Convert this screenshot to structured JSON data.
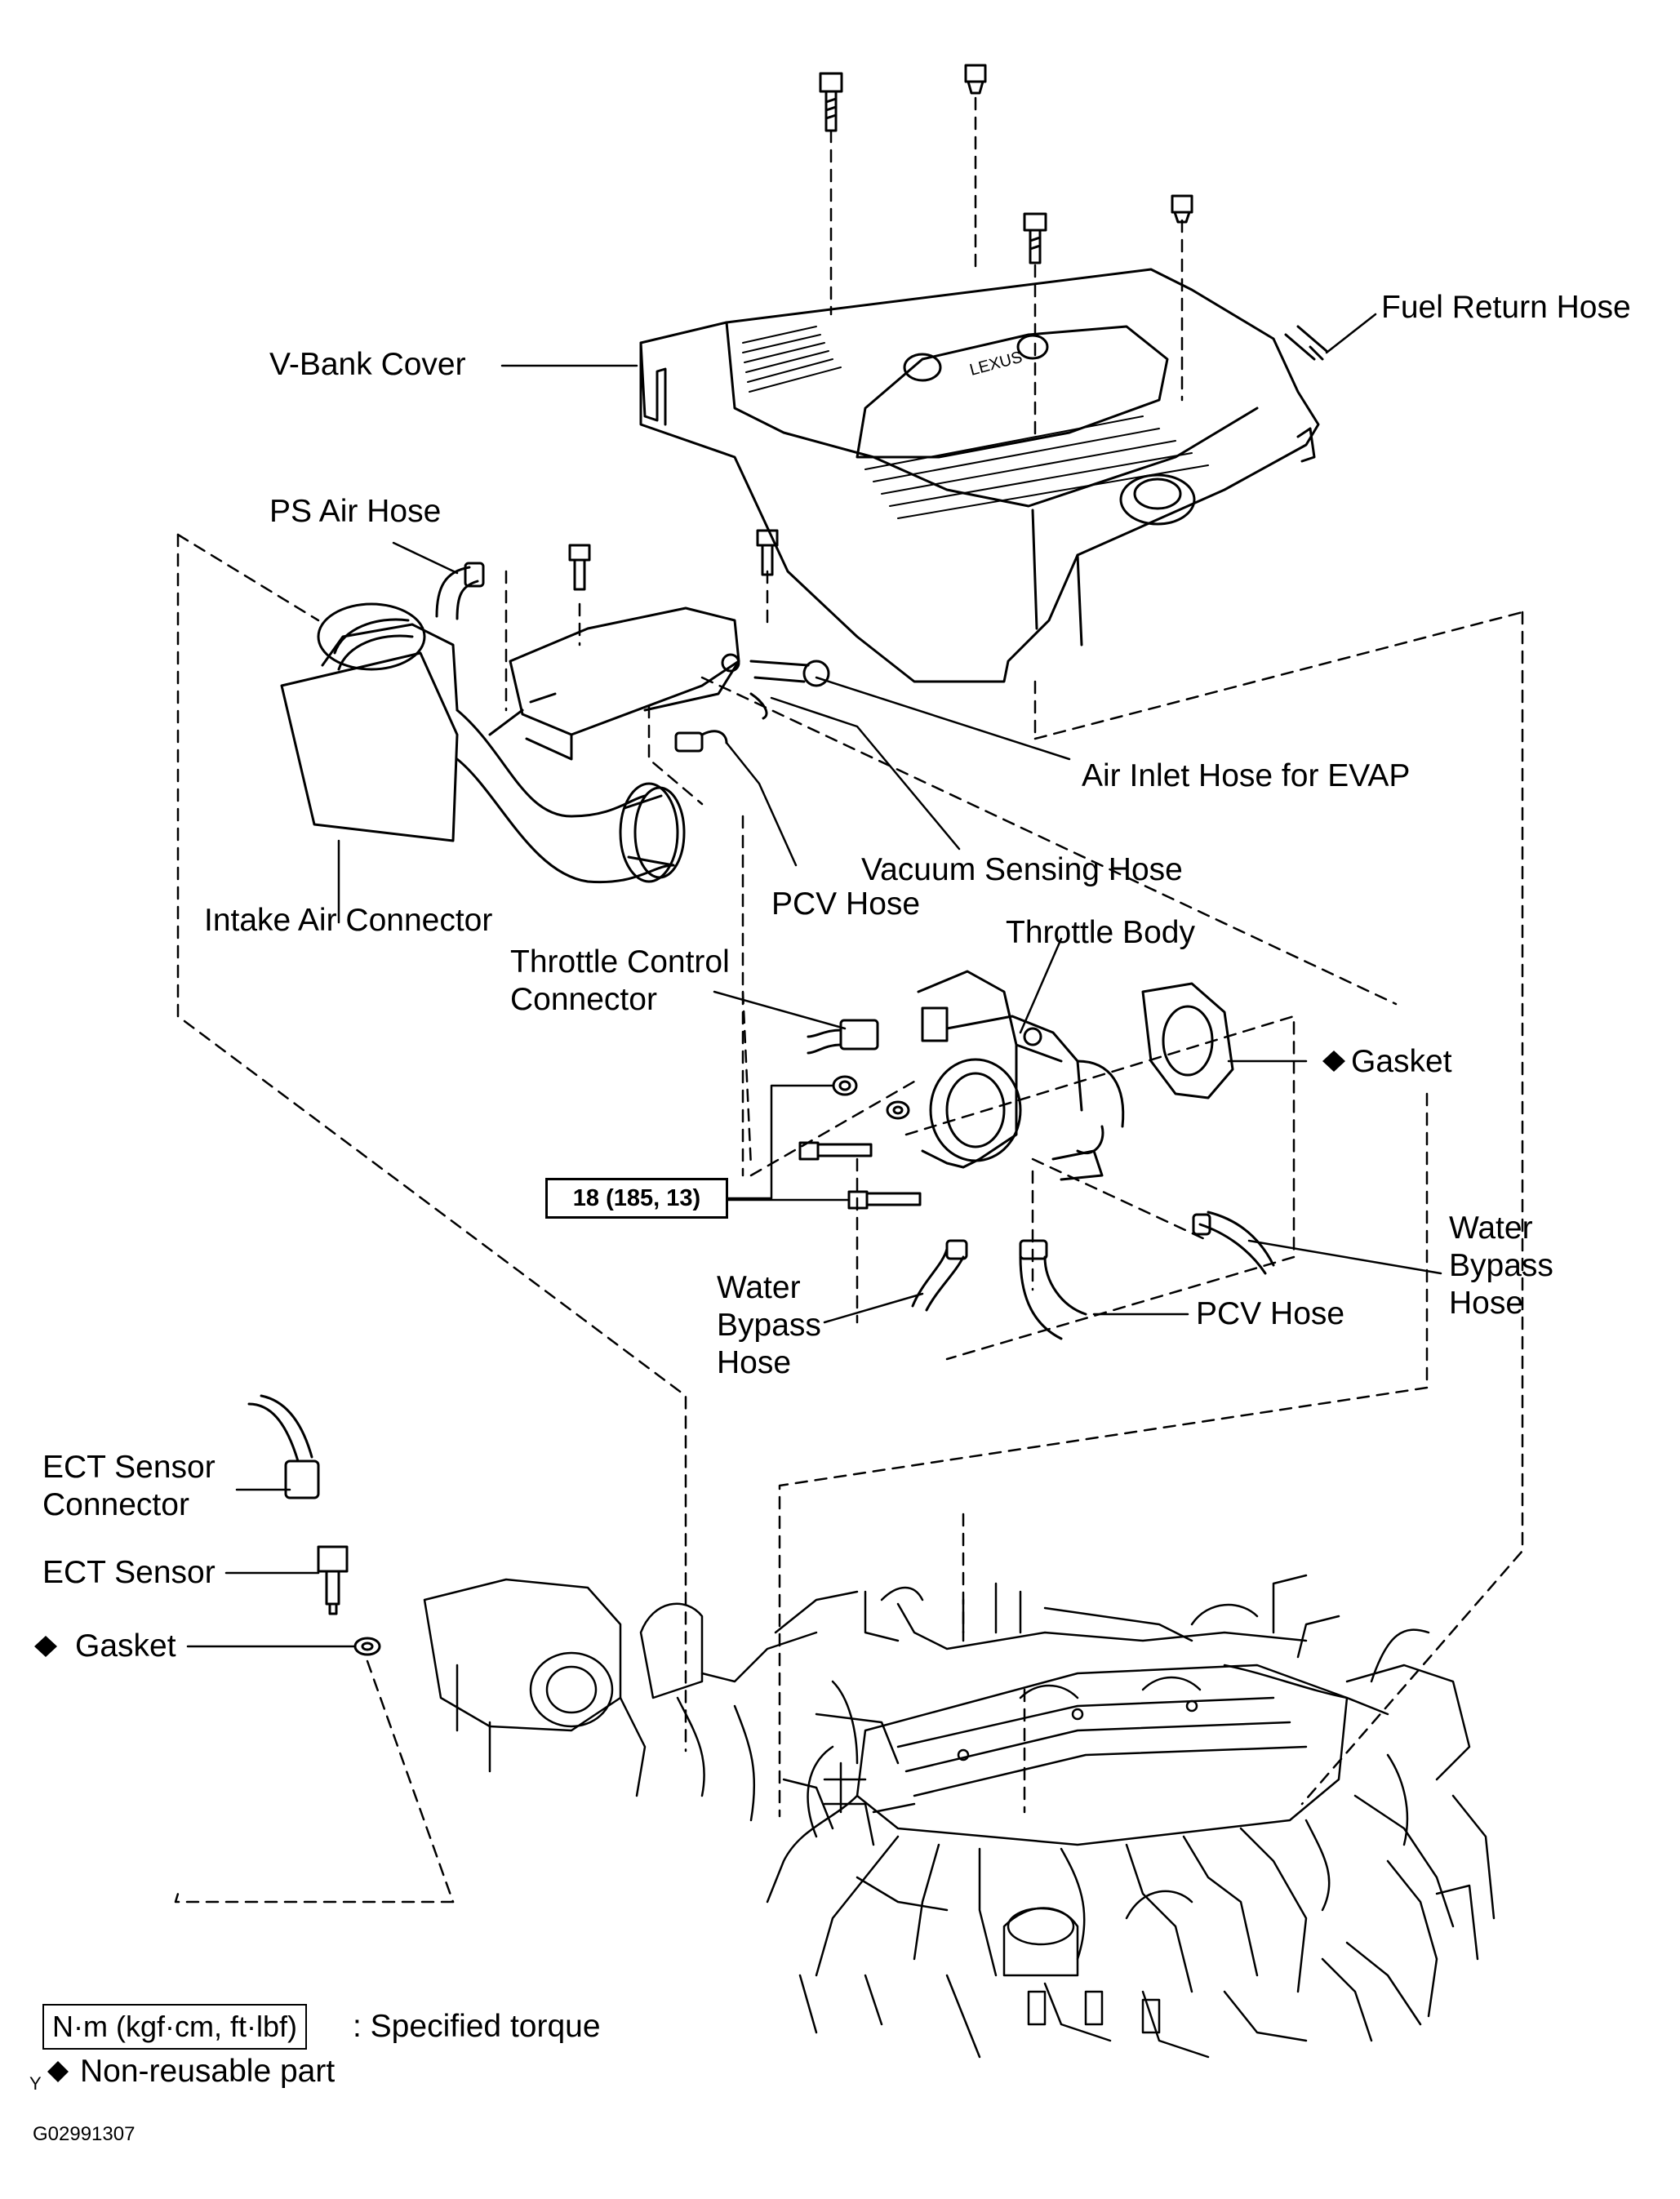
{
  "labels": {
    "fuel_return_hose": "Fuel Return Hose",
    "v_bank_cover": "V-Bank  Cover",
    "ps_air_hose": "PS Air Hose",
    "air_inlet_hose_evap": "Air Inlet Hose for EVAP",
    "vacuum_sensing_hose": "Vacuum Sensing Hose",
    "pcv_hose_upper": "PCV Hose",
    "intake_air_connector": "Intake Air Connector",
    "throttle_body": "Throttle Body",
    "throttle_control_connector_1": "Throttle Control",
    "throttle_control_connector_2": "Connector",
    "gasket_right": "Gasket",
    "water_bypass_right_1": "Water",
    "water_bypass_right_2": "Bypass",
    "water_bypass_right_3": "Hose",
    "water_bypass_left_1": "Water",
    "water_bypass_left_2": "Bypass",
    "water_bypass_left_3": "Hose",
    "pcv_hose_lower": "PCV Hose",
    "ect_connector_1": "ECT Sensor",
    "ect_connector_2": "Connector",
    "ect_sensor": "ECT Sensor",
    "gasket_left": "Gasket",
    "cover_brand": "LEXUS"
  },
  "torque": {
    "value": "18 (185, 13)"
  },
  "legend": {
    "torque_unit": "N·m (kgf·cm, ft·lbf)",
    "torque_desc": ": Specified torque",
    "nonreusable_desc": "Non-reusable part",
    "diamond_symbol": "◆",
    "marker_y": "Y"
  },
  "figure_id": "G02991307",
  "colors": {
    "ink": "#000000",
    "paper": "#ffffff"
  }
}
